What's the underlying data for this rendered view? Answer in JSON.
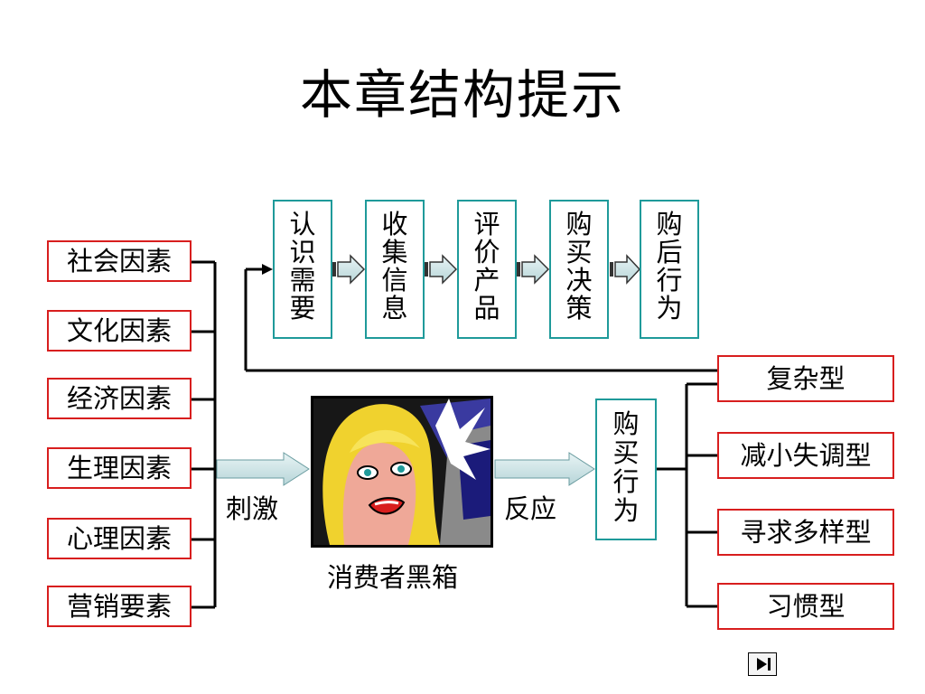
{
  "title": "本章结构提示",
  "factors": [
    "社会因素",
    "文化因素",
    "经济因素",
    "生理因素",
    "心理因素",
    "营销要素"
  ],
  "process": [
    [
      "认",
      "识",
      "需",
      "要"
    ],
    [
      "收",
      "集",
      "信",
      "息"
    ],
    [
      "评",
      "价",
      "产",
      "品"
    ],
    [
      "购",
      "买",
      "决",
      "策"
    ],
    [
      "购",
      "后",
      "行",
      "为"
    ]
  ],
  "stimulus": "刺激",
  "response": "反应",
  "black_box": "消费者黑箱",
  "buying_behavior": [
    "购",
    "买",
    "行",
    "为"
  ],
  "types": [
    "复杂型",
    "减小失调型",
    "寻求多样型",
    "习惯型"
  ],
  "colors": {
    "red_border": "#d81e1e",
    "teal_border": "#1f9a9a",
    "arrow_fill": "#cfe6e8"
  },
  "nav_icon": "next-slide-icon"
}
